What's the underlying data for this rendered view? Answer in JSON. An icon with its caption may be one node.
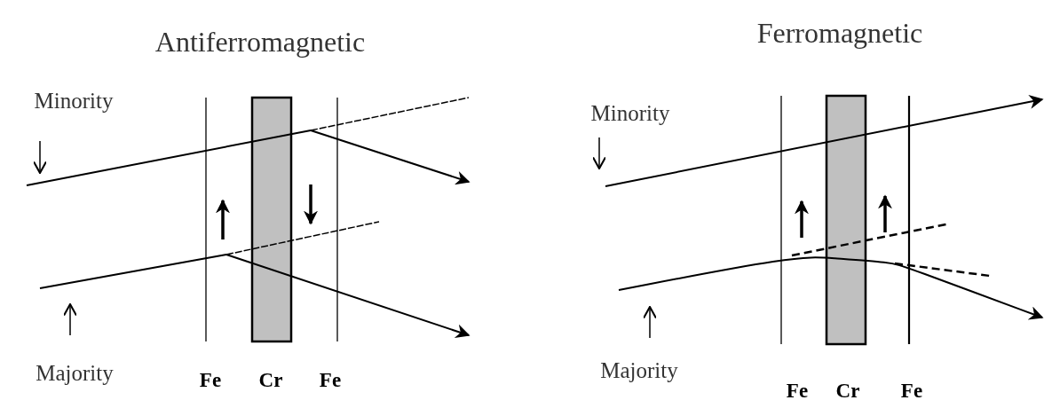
{
  "diagram": {
    "labels": [
      "Antiferromagnetic",
      "Ferromagnetic",
      "Minority",
      "Minority",
      "Majority",
      "Fe",
      "Cr",
      "Fe",
      "Majority",
      "Fe",
      "Cr",
      "Fe"
    ]
  }
}
